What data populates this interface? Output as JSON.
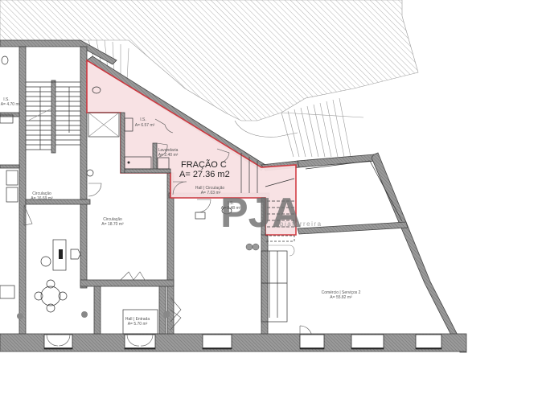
{
  "plan": {
    "fraction": {
      "name": "FRAÇÃO C",
      "area": "A= 27.36 m2",
      "highlight_fill": "#f8e1e3",
      "highlight_stroke": "#d0343c"
    },
    "rooms": [
      {
        "id": "is_left",
        "name": "I.S.",
        "area": "A= 4.70 m²"
      },
      {
        "id": "circ_left",
        "name": "Circulação",
        "area": "A= 16.69 m²"
      },
      {
        "id": "is_frac",
        "name": "I.S.",
        "area": "A= 6.57 m²"
      },
      {
        "id": "lavandaria",
        "name": "Lavandaria",
        "area": "A= 2.40 m²"
      },
      {
        "id": "hall_circ",
        "name": "Hall | Circulação",
        "area": "A= 7.03 m²"
      },
      {
        "id": "is_small",
        "name": "I.S.",
        "area": "A= 2.48 m²"
      },
      {
        "id": "circ_mid",
        "name": "Circulação",
        "area": "A= 18.70 m²"
      },
      {
        "id": "hall_entrada",
        "name": "Hall | Entrada",
        "area": "A= 5.70 m²"
      },
      {
        "id": "comercio",
        "name": "Comércio | Serviços 2",
        "area": "A= 55.82 m²"
      }
    ],
    "watermark": {
      "logo": "PJA",
      "text": "pjaferreira",
      "color": "#6e6e6e"
    },
    "colors": {
      "wall_hatch": "#8c8c8c",
      "exterior_hatch": "#b5b5b5",
      "line": "#333333"
    }
  }
}
